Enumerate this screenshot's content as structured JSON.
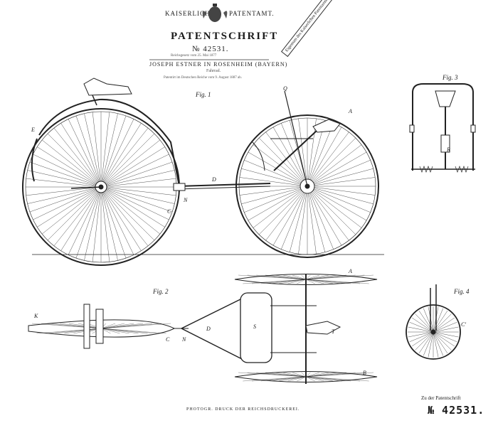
{
  "header": {
    "office_left": "KAISERLICHES",
    "office_right": "PATENTAMT.",
    "title": "PATENTSCHRIFT",
    "number": "№ 42531.",
    "subline": "Reichsgesetz vom 25. Mai 1877",
    "inventor": "JOSEPH ESTNER IN ROSENHEIM (BAYERN)",
    "invention": "Fahrrad.",
    "grant": "Patentirt im Deutschen Reiche vom 9. August 1887 ab."
  },
  "stamp": {
    "text": "Eigentum des Kaiserlichen Patentamts"
  },
  "figures": {
    "fig1": "Fig. 1",
    "fig2": "Fig. 2",
    "fig3": "Fig. 3",
    "fig4": "Fig. 4"
  },
  "labels": {
    "E": "E",
    "C": "C",
    "D": "D",
    "N": "N",
    "A": "A",
    "B": "B",
    "S": "S",
    "T": "T",
    "Q": "Q",
    "R": "R",
    "C_prime": "C'",
    "K": "K"
  },
  "footer": {
    "print": "PHOTOGR. DRUCK DER REICHSDRUCKEREI.",
    "zu": "Zu der Patentschrift",
    "number": "№ 42531."
  }
}
